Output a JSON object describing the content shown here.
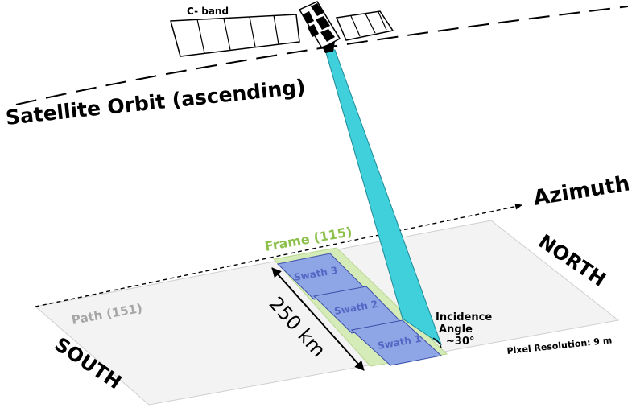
{
  "labels": {
    "band": "C- band",
    "orbit": "Satellite Orbit (ascending)",
    "azimuth": "Azimuth",
    "frame": "Frame (115)",
    "north": "NORTH",
    "south": "SOUTH",
    "path": "Path (151)",
    "distance": "250 km",
    "swath1": "Swath 1",
    "swath2": "Swath 2",
    "swath3": "Swath 3",
    "incidence_line1": "Incidence",
    "incidence_line2": "Angle",
    "incidence_line3": "~30°",
    "pixel_resolution": "Pixel Resolution: 9 m"
  },
  "colors": {
    "beam": "#40d0dc",
    "swath": "#8fa6e6",
    "swath_text": "#5566c4",
    "frame": "#d6ecb8",
    "frame_text": "#8cc04a",
    "ground": "#f3f3f3",
    "path_text": "#a6a6a6"
  }
}
